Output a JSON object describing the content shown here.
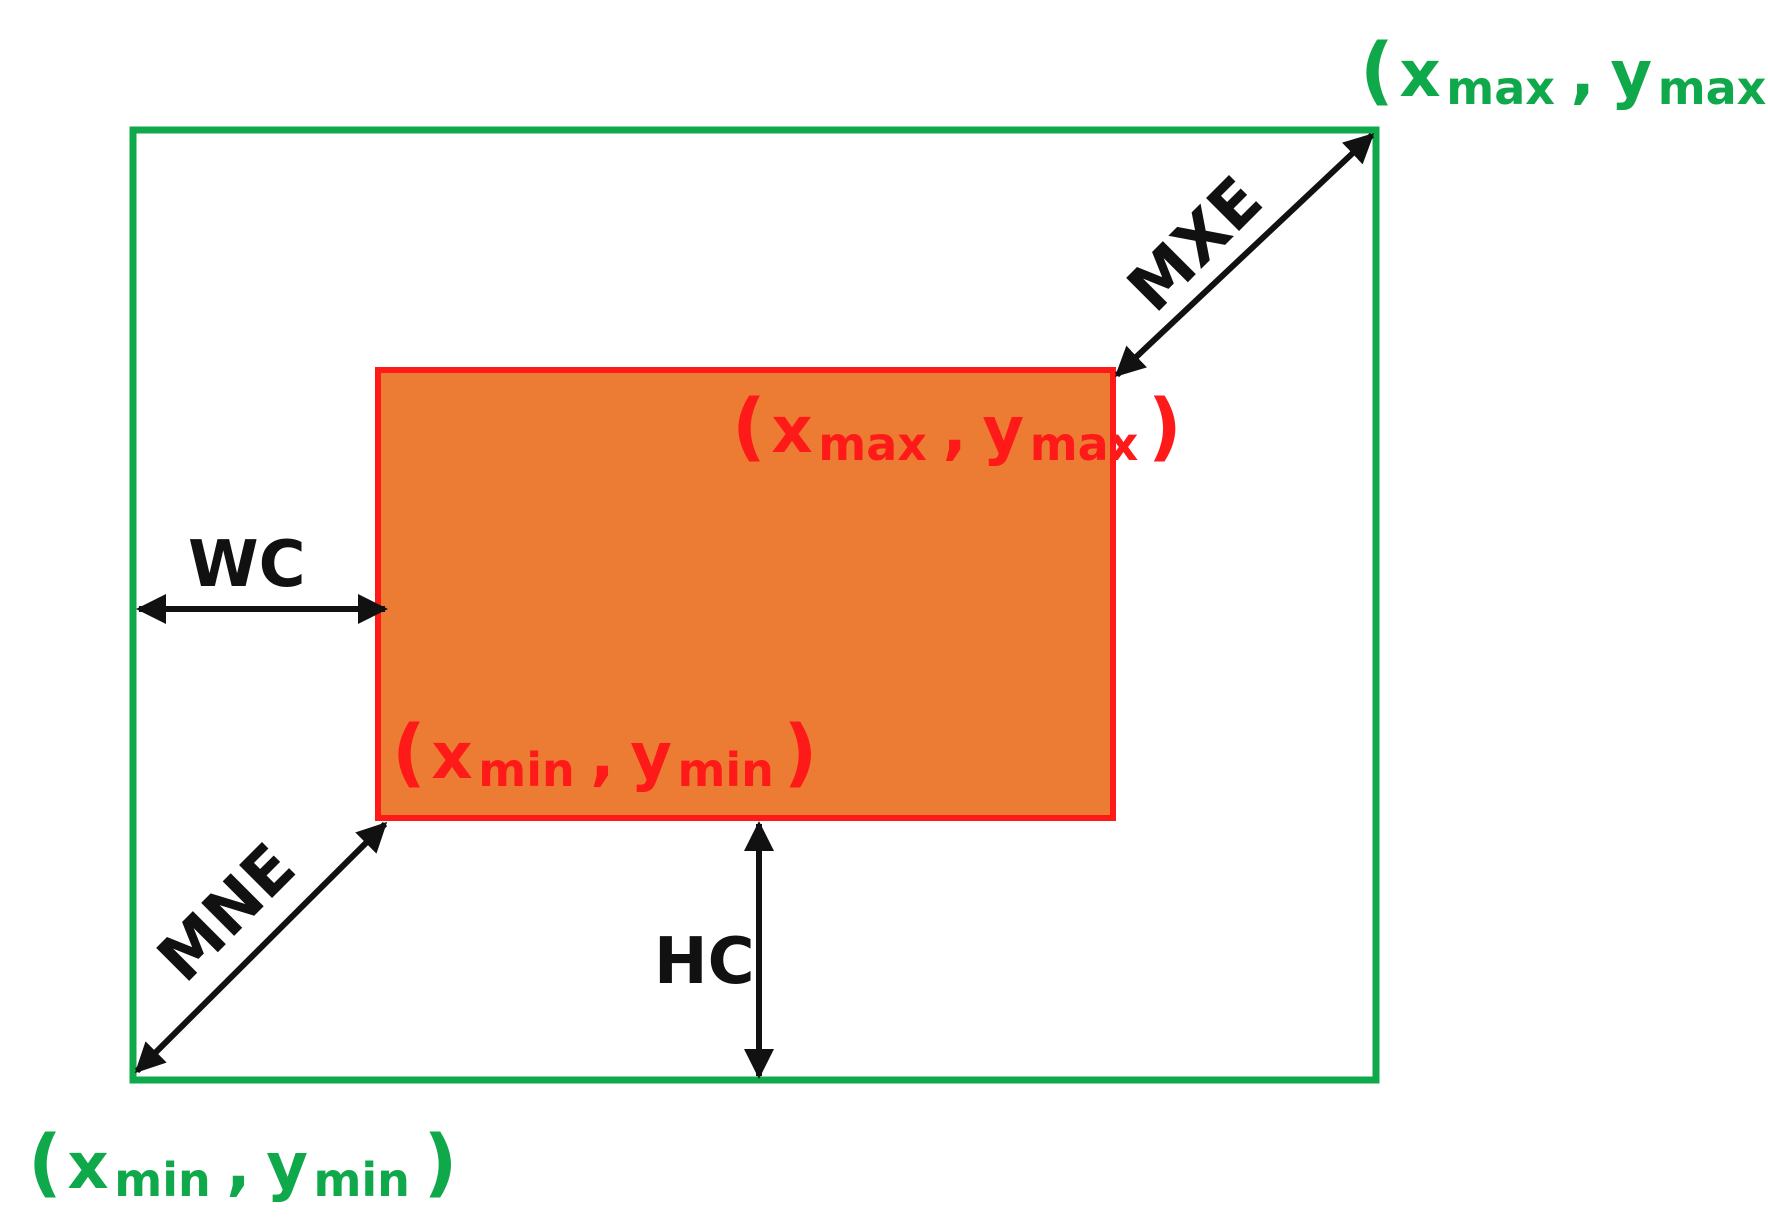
{
  "colors": {
    "outer_border": "#0fa84a",
    "inner_border": "#ff1a1a",
    "inner_fill": "#ec7c33",
    "arrow": "#111111"
  },
  "outer": {
    "max_label": {
      "open": "(",
      "x": "x",
      "x_sub": "max",
      "sep": ",",
      "y": "y",
      "y_sub": "max",
      "close": ")"
    },
    "min_label": {
      "open": "(",
      "x": "x",
      "x_sub": "min",
      "sep": ",",
      "y": "y",
      "y_sub": "min",
      "close": ")"
    }
  },
  "inner": {
    "max_label": {
      "open": "(",
      "x": "x",
      "x_sub": "max",
      "sep": ",",
      "y": "y",
      "y_sub": "max",
      "close": ")"
    },
    "min_label": {
      "open": "(",
      "x": "x",
      "x_sub": "min",
      "sep": ",",
      "y": "y",
      "y_sub": "min",
      "close": ")"
    }
  },
  "dimensions": {
    "wc": "WC",
    "hc": "HC",
    "mne": "MNE",
    "mxe": "MXE"
  }
}
